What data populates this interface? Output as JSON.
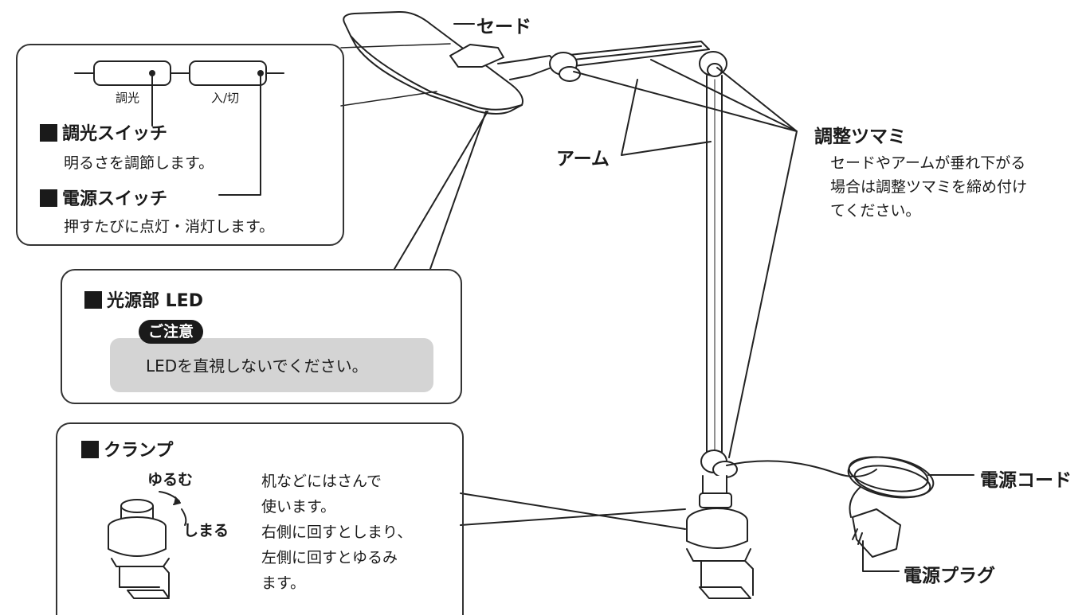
{
  "labels": {
    "shade": "セード",
    "arm": "アーム",
    "adjust_knob_title": "調整ツマミ",
    "adjust_knob_desc_1": "セードやアームが垂れ下がる",
    "adjust_knob_desc_2": "場合は調整ツマミを締め付け",
    "adjust_knob_desc_3": "てください。",
    "power_cord": "電源コード",
    "power_plug": "電源プラグ"
  },
  "switch_box": {
    "btn_dimmer": "調光",
    "btn_power": "入/切",
    "dimmer_title": "調光スイッチ",
    "dimmer_desc": "明るさを調節します。",
    "power_title": "電源スイッチ",
    "power_desc": "押すたびに点灯・消灯します。"
  },
  "led_box": {
    "title": "光源部 LED",
    "caution_badge": "ご注意",
    "caution_text": "LEDを直視しないでください。"
  },
  "clamp_box": {
    "title": "クランプ",
    "loosen": "ゆるむ",
    "tighten": "しまる",
    "desc_1": "机などにはさんで",
    "desc_2": "使います。",
    "desc_3": "右側に回すとしまり、",
    "desc_4": "左側に回すとゆるみ",
    "desc_5": "ます。"
  }
}
